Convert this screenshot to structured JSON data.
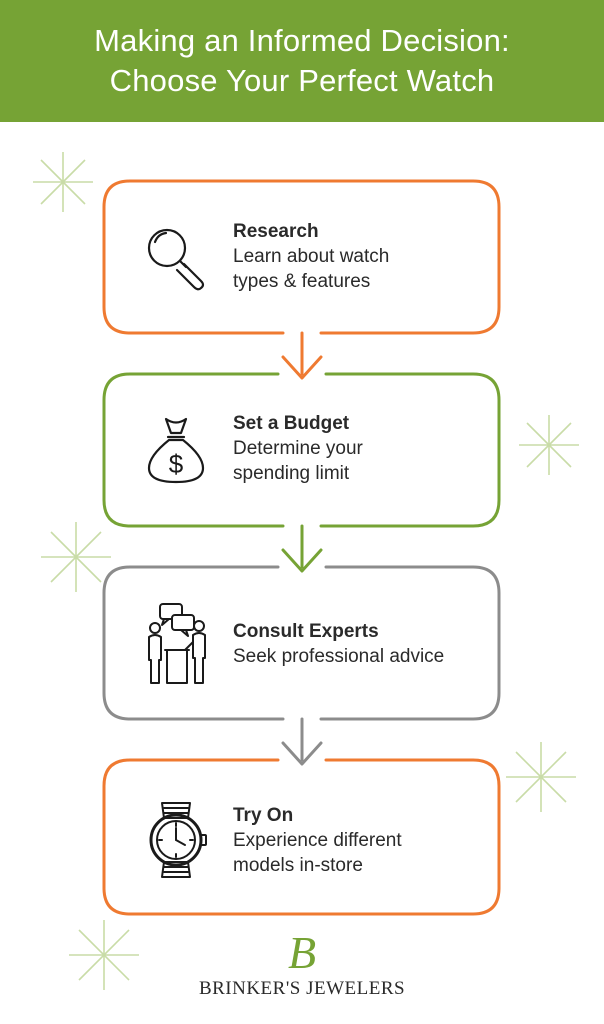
{
  "header": {
    "title_line1": "Making an Informed Decision:",
    "title_line2": "Choose Your Perfect Watch"
  },
  "steps": [
    {
      "title": "Research",
      "desc_line1": "Learn about watch",
      "desc_line2": "types & features",
      "icon": "magnifier-icon",
      "color": "#ef7a31"
    },
    {
      "title": "Set a Budget",
      "desc_line1": "Determine your",
      "desc_line2": "spending limit",
      "icon": "money-bag-icon",
      "icon_glyph": "$",
      "color": "#76a335"
    },
    {
      "title": "Consult Experts",
      "desc_line1": "Seek professional advice",
      "desc_line2": "",
      "icon": "consultation-icon",
      "color": "#8c8c8c"
    },
    {
      "title": "Try On",
      "desc_line1": "Experience different",
      "desc_line2": "models in-store",
      "icon": "wristwatch-icon",
      "color": "#ef7a31"
    }
  ],
  "logo": {
    "mark": "B",
    "name": "BRINKER'S JEWELERS"
  },
  "colors": {
    "header_bg": "#76a335",
    "orange": "#ef7a31",
    "green": "#76a335",
    "gray": "#8c8c8c",
    "sparkle": "#c9dca7"
  }
}
